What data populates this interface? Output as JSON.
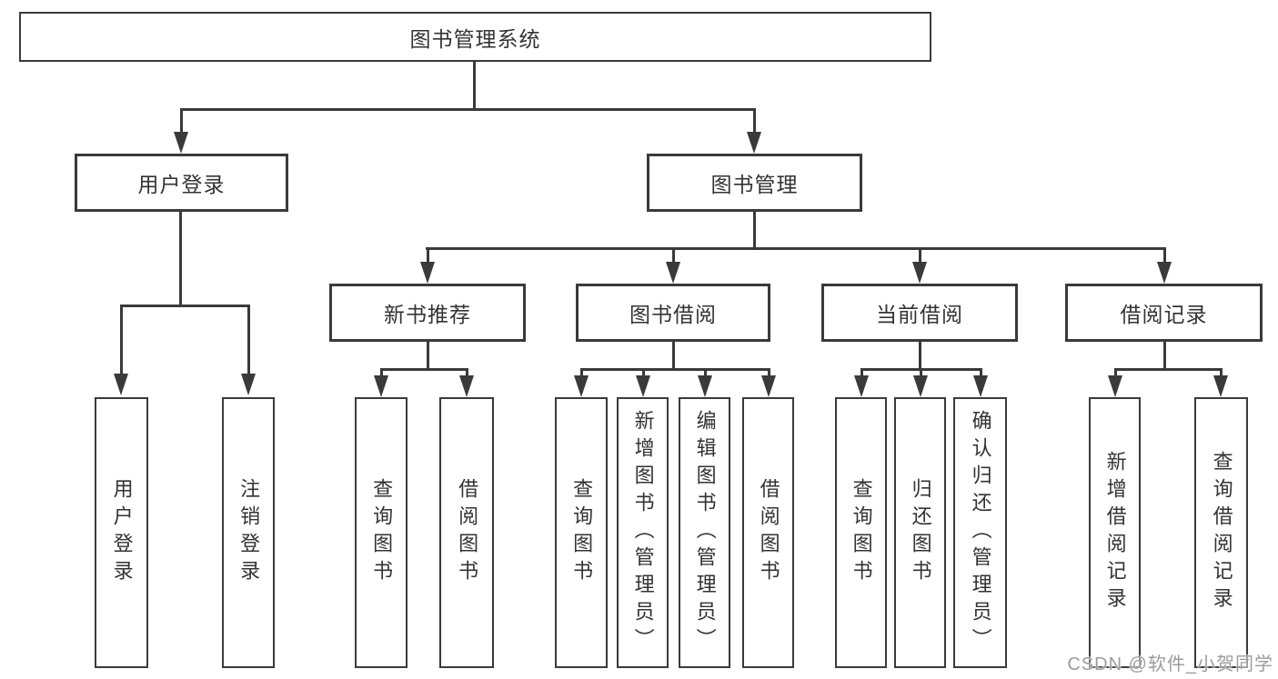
{
  "tree": {
    "root": {
      "label": "图书管理系统"
    },
    "branches": [
      {
        "label": "用户登录",
        "children": [
          {
            "label": "用户登录"
          },
          {
            "label": "注销登录"
          }
        ]
      },
      {
        "label": "图书管理",
        "children": [
          {
            "label": "新书推荐",
            "children": [
              {
                "label": "查询图书"
              },
              {
                "label": "借阅图书"
              }
            ]
          },
          {
            "label": "图书借阅",
            "children": [
              {
                "label": "查询图书"
              },
              {
                "label": "新增图书（管理员）"
              },
              {
                "label": "编辑图书（管理员）"
              },
              {
                "label": "借阅图书"
              }
            ]
          },
          {
            "label": "当前借阅",
            "children": [
              {
                "label": "查询图书"
              },
              {
                "label": "归还图书"
              },
              {
                "label": "确认归还（管理员）"
              }
            ]
          },
          {
            "label": "借阅记录",
            "children": [
              {
                "label": "新增借阅记录"
              },
              {
                "label": "查询借阅记录"
              }
            ]
          }
        ]
      }
    ]
  },
  "watermark": {
    "text": "CSDN @软件_小贺同学"
  },
  "colors": {
    "line": "#3a3a3a",
    "text": "#333333",
    "box_background": "#ffffff",
    "watermark": "#9c9c9c",
    "background": "#ffffff"
  }
}
